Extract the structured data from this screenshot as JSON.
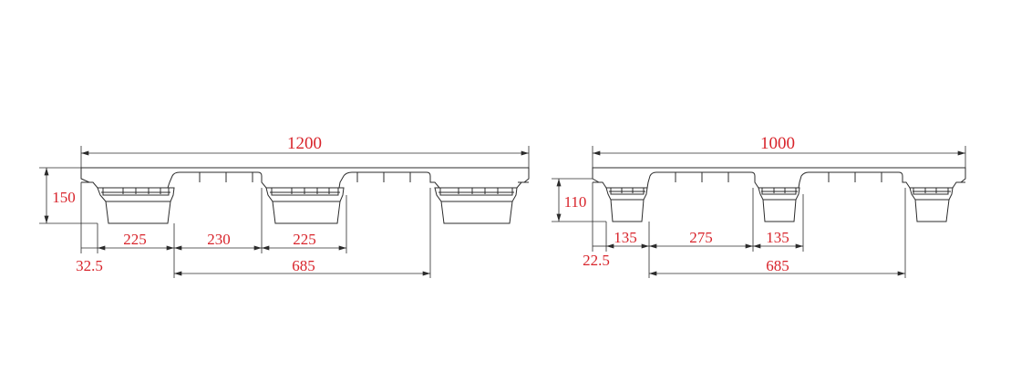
{
  "colors": {
    "line": "#2b2b2b",
    "dimension_text": "#d8242b"
  },
  "left_view": {
    "overall_width": "1200",
    "height": "150",
    "edge_offset": "32.5",
    "spans": [
      "225",
      "230",
      "225"
    ],
    "bottom_span": "685"
  },
  "right_view": {
    "overall_width": "1000",
    "height": "110",
    "edge_offset": "22.5",
    "spans": [
      "135",
      "275",
      "135"
    ],
    "bottom_span": "685"
  }
}
